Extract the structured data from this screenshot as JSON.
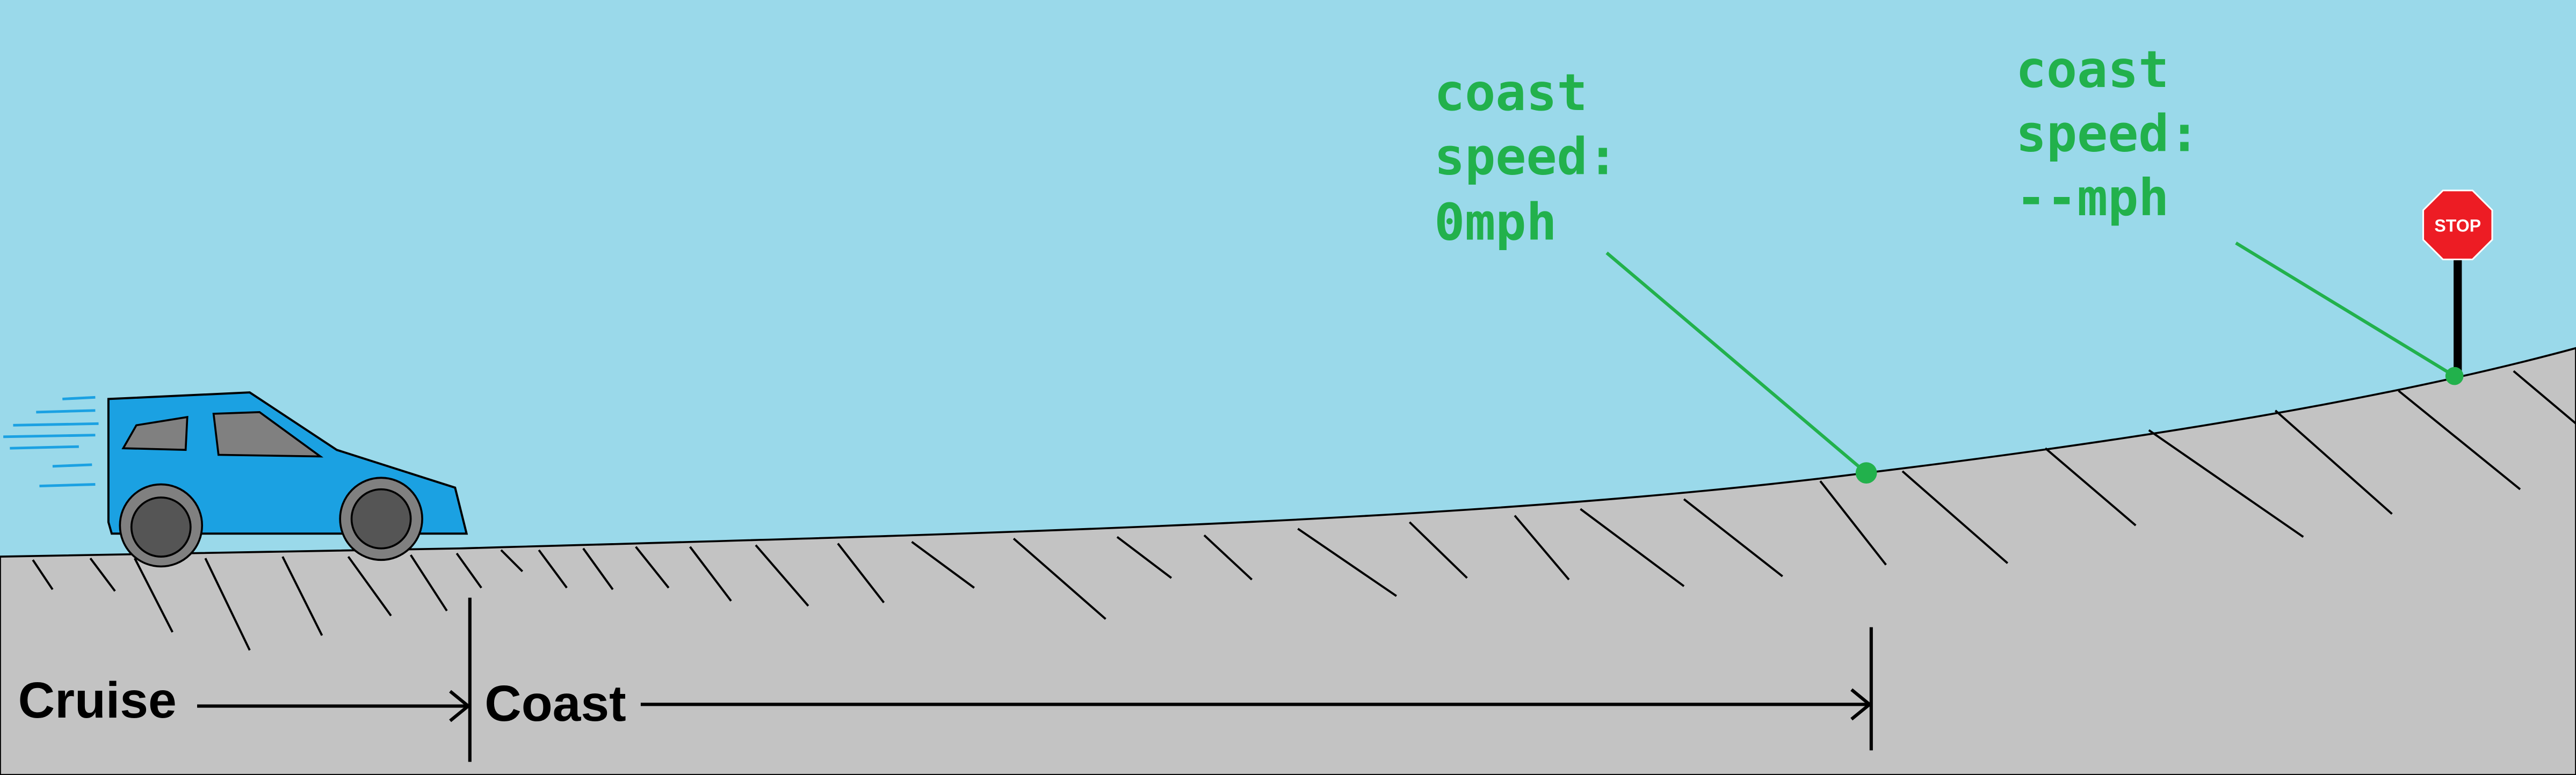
{
  "colors": {
    "sky": "#9ad9ea",
    "ground": "#c3c3c3",
    "annotation": "#22b14c",
    "car_body": "#1ba1e2",
    "stop_sign": "#ed1c24",
    "outline": "#000000"
  },
  "annotations": {
    "first_line1": "coast",
    "first_line2": "speed:",
    "first_line3": "0mph",
    "second_line1": "coast",
    "second_line2": "speed:",
    "second_line3": "--mph"
  },
  "stop_sign_text": "STOP",
  "phases": {
    "cruise_label": "Cruise",
    "coast_label": "Coast"
  },
  "icons": {
    "vehicle": "car-icon",
    "sign": "stop-sign-icon"
  }
}
